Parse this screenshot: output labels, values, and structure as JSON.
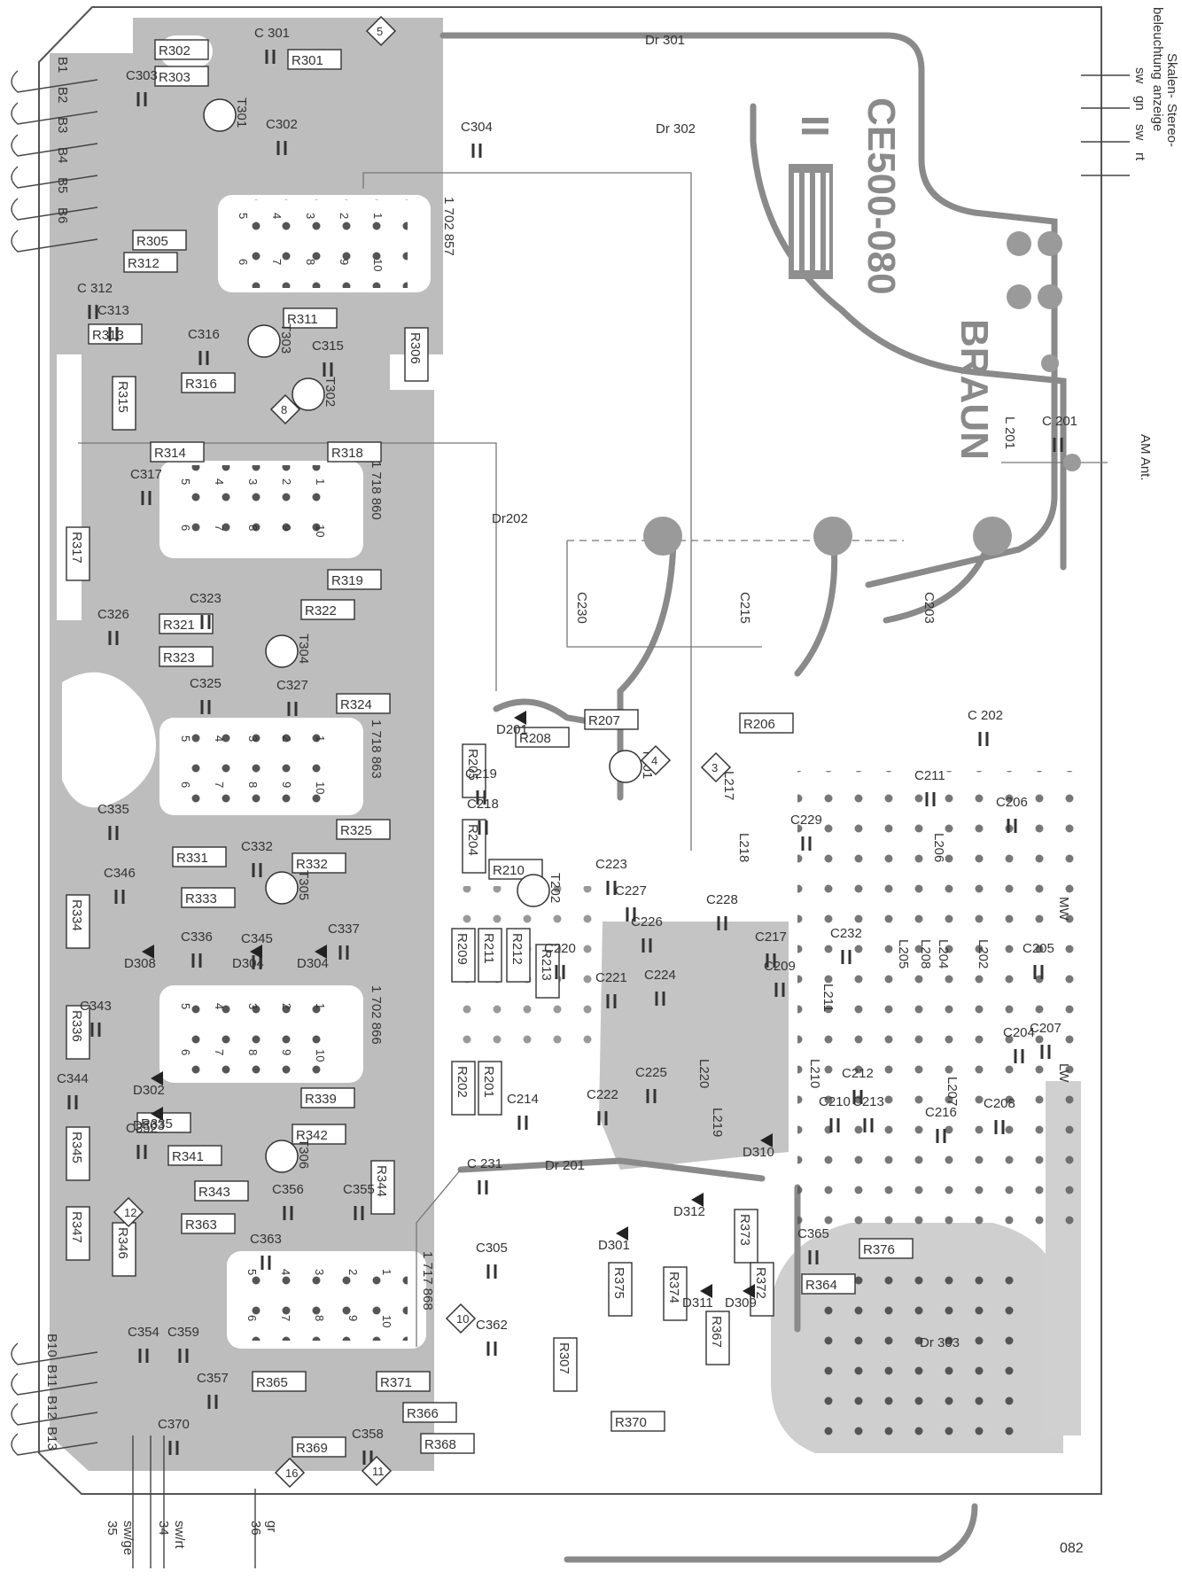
{
  "board": {
    "model": "CE500-080",
    "revision": "II",
    "brand": "BRAUN",
    "page_number": "082",
    "colors": {
      "copper": "#b8b8b8",
      "substrate": "#ffffff",
      "ink": "#333333",
      "trace": "#7a7a7a"
    }
  },
  "connectors": {
    "left_top": [
      "B1",
      "B2",
      "B3",
      "B4",
      "B5",
      "B6"
    ],
    "left_bottom": [
      "B10",
      "B11",
      "B12",
      "B13"
    ],
    "right_group_title_1": "Skalen-",
    "right_group_title_1b": "beleuchtung",
    "right_group_title_2": "Stereo-",
    "right_group_title_2b": "anzeige",
    "right_wires": [
      "sw",
      "gn",
      "sw",
      "rt"
    ],
    "am_antenna": "AM Ant.",
    "bottom_wires": [
      {
        "pin": "35",
        "color": "sw/ge"
      },
      {
        "pin": "34",
        "color": "sw/rt"
      },
      {
        "pin": "36",
        "color": "gr"
      }
    ]
  },
  "ic_blocks": [
    {
      "part": "1 702 857"
    },
    {
      "part": "1 718 860"
    },
    {
      "part": "1 718 863"
    },
    {
      "part": "1 702 866"
    },
    {
      "part": "1 717 868"
    }
  ],
  "ic_pins_top": [
    "5",
    "4",
    "3",
    "2",
    "1"
  ],
  "ic_pins_bottom": [
    "6",
    "7",
    "8",
    "9",
    "10"
  ],
  "markers": [
    "5",
    "8",
    "4",
    "3",
    "12",
    "10",
    "16",
    "11"
  ],
  "transistors": [
    "T301",
    "T302",
    "T303",
    "T304",
    "T305",
    "T306",
    "T201",
    "T202"
  ],
  "diodes": [
    "D201",
    "D302",
    "D303",
    "D304",
    "D304",
    "D308",
    "D309",
    "D310",
    "D311",
    "D312",
    "D301"
  ],
  "coils": [
    "Dr 301",
    "Dr 302",
    "Dr202",
    "Dr 201",
    "Dr 303",
    "L 201",
    "L217",
    "L218",
    "L206",
    "L205",
    "L204",
    "L202",
    "L208",
    "L210",
    "L219",
    "L220",
    "L207",
    "L211"
  ],
  "band_labels": [
    "MW",
    "LW"
  ],
  "variable_caps": [
    "C230",
    "C215",
    "C203"
  ],
  "resistors_left": [
    "R302",
    "R303",
    "R301",
    "R305",
    "R312",
    "R313",
    "R311",
    "R306",
    "R316",
    "R315",
    "R314",
    "R318",
    "R317",
    "R319",
    "R322",
    "R321",
    "R323",
    "R324",
    "R325",
    "R331",
    "R332",
    "R333",
    "R334",
    "R336",
    "R339",
    "R335",
    "R342",
    "R341",
    "R343",
    "R344",
    "R345",
    "R363",
    "R347",
    "R346",
    "R365",
    "R371",
    "R366",
    "R368",
    "R369"
  ],
  "resistors_right": [
    "R207",
    "R206",
    "R208",
    "R205",
    "R204",
    "R210",
    "R209",
    "R211",
    "R212",
    "R213",
    "R202",
    "R201",
    "R373",
    "R375",
    "R374",
    "R367",
    "R372",
    "R376",
    "R364",
    "R307",
    "R370"
  ],
  "capacitors": [
    "C 301",
    "C303",
    "C302",
    "C304",
    "C 312",
    "C313",
    "C316",
    "C315",
    "C317",
    "C326",
    "C323",
    "C325",
    "C327",
    "C335",
    "C332",
    "C346",
    "C336",
    "C345",
    "C337",
    "C343",
    "C344",
    "C352",
    "C356",
    "C355",
    "C363",
    "C354",
    "C359",
    "C357",
    "C370",
    "C358",
    "C305",
    "C362",
    "C365",
    "C 231",
    "C 201",
    "C 202",
    "C219",
    "C218",
    "C223",
    "C227",
    "C226",
    "C228",
    "C229",
    "C220",
    "C221",
    "C224",
    "C225",
    "C222",
    "C214",
    "C206",
    "C211",
    "C209",
    "C217",
    "C205",
    "C204",
    "C207",
    "C212",
    "C210",
    "C213",
    "C216",
    "C208",
    "C232"
  ]
}
